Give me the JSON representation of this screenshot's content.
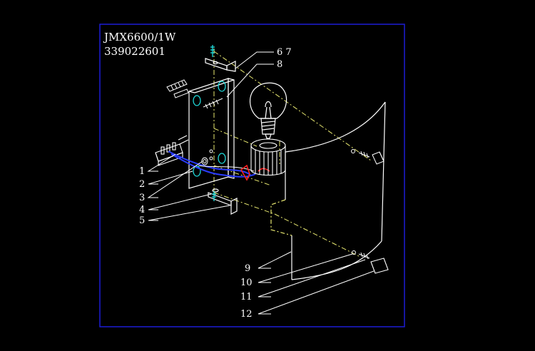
{
  "drawing": {
    "model": "JMX6600/1W",
    "code": "339022601"
  },
  "callouts": [
    "1",
    "2",
    "3",
    "4",
    "5",
    "6 7",
    "8",
    "9",
    "10",
    "11",
    "12"
  ],
  "colors": {
    "background": "#000000",
    "frame": "#1c1cd6",
    "lines": "#ffffff",
    "hidden_lines": "#e8e870",
    "wire_blue": "#2a3cff",
    "wire_red": "#ff2020",
    "accent_cyan": "#20e0e0"
  }
}
